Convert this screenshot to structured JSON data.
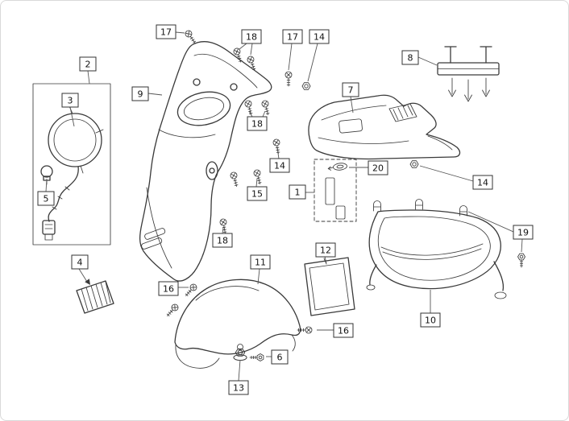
{
  "labels": [
    {
      "ref": "17"
    },
    {
      "ref": "18"
    },
    {
      "ref": "2"
    },
    {
      "ref": "3"
    },
    {
      "ref": "17"
    },
    {
      "ref": "14"
    },
    {
      "ref": "8"
    },
    {
      "ref": "7"
    },
    {
      "ref": "9"
    },
    {
      "ref": "18"
    },
    {
      "ref": "14"
    },
    {
      "ref": "20"
    },
    {
      "ref": "14"
    },
    {
      "ref": "15"
    },
    {
      "ref": "1"
    },
    {
      "ref": "5"
    },
    {
      "ref": "18"
    },
    {
      "ref": "19"
    },
    {
      "ref": "4"
    },
    {
      "ref": "11"
    },
    {
      "ref": "12"
    },
    {
      "ref": "16"
    },
    {
      "ref": "10"
    },
    {
      "ref": "16"
    },
    {
      "ref": "6"
    },
    {
      "ref": "13"
    }
  ],
  "colors": {
    "background": "#ffffff",
    "line": "#3a3a3a",
    "label_border": "#333333",
    "label_background": "#ffffff",
    "leader": "#555555"
  }
}
